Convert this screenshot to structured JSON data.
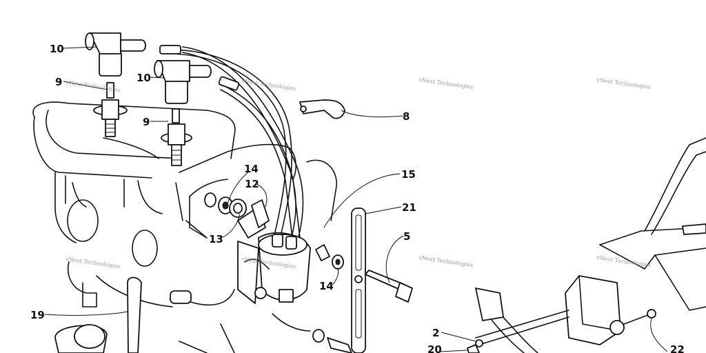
{
  "diagram": {
    "callouts": [
      {
        "id": "c10a",
        "label": "10"
      },
      {
        "id": "c9a",
        "label": "9"
      },
      {
        "id": "c10b",
        "label": "10"
      },
      {
        "id": "c9b",
        "label": "9"
      },
      {
        "id": "c8",
        "label": "8"
      },
      {
        "id": "c14a",
        "label": "14"
      },
      {
        "id": "c12",
        "label": "12"
      },
      {
        "id": "c13",
        "label": "13"
      },
      {
        "id": "c15",
        "label": "15"
      },
      {
        "id": "c21",
        "label": "21"
      },
      {
        "id": "c5",
        "label": "5"
      },
      {
        "id": "c14b",
        "label": "14"
      },
      {
        "id": "c19",
        "label": "19"
      },
      {
        "id": "c2",
        "label": "2"
      },
      {
        "id": "c20",
        "label": "20"
      },
      {
        "id": "c22",
        "label": "22"
      }
    ],
    "watermark_text": "vNext Technologies"
  }
}
